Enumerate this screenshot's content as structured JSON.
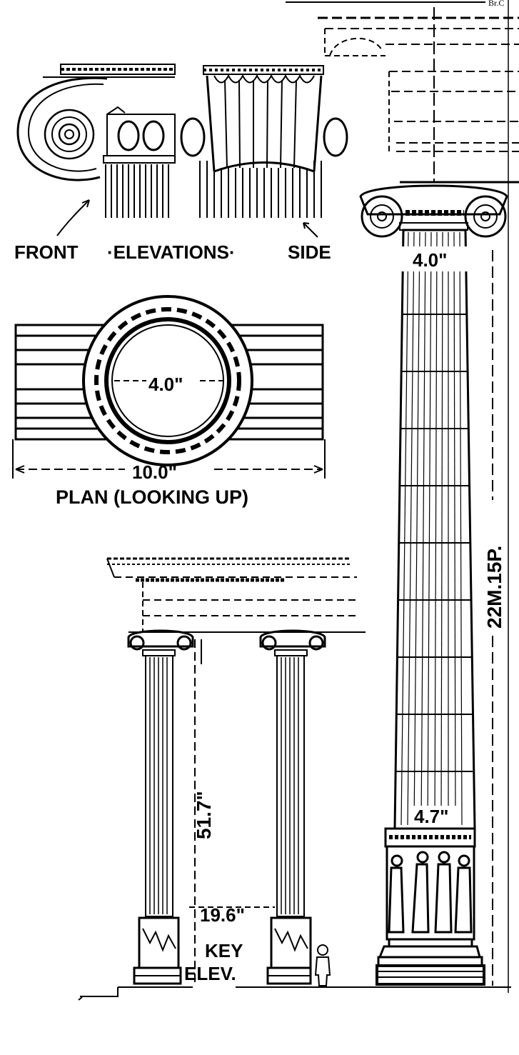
{
  "corner_text": "Br.C",
  "elevations": {
    "front_label": "FRONT",
    "title": "·ELEVATIONS·",
    "side_label": "SIDE"
  },
  "plan": {
    "diameter": "4.0\"",
    "width": "10.0\"",
    "title": "PLAN (LOOKING UP)"
  },
  "key_elevation": {
    "height": "51.7\"",
    "base": "19.6\"",
    "label_line1": "KEY",
    "label_line2": "ELEV."
  },
  "main_column": {
    "top_diameter": "4.0\"",
    "bottom_diameter": "4.7\"",
    "height": "22M.15P."
  }
}
